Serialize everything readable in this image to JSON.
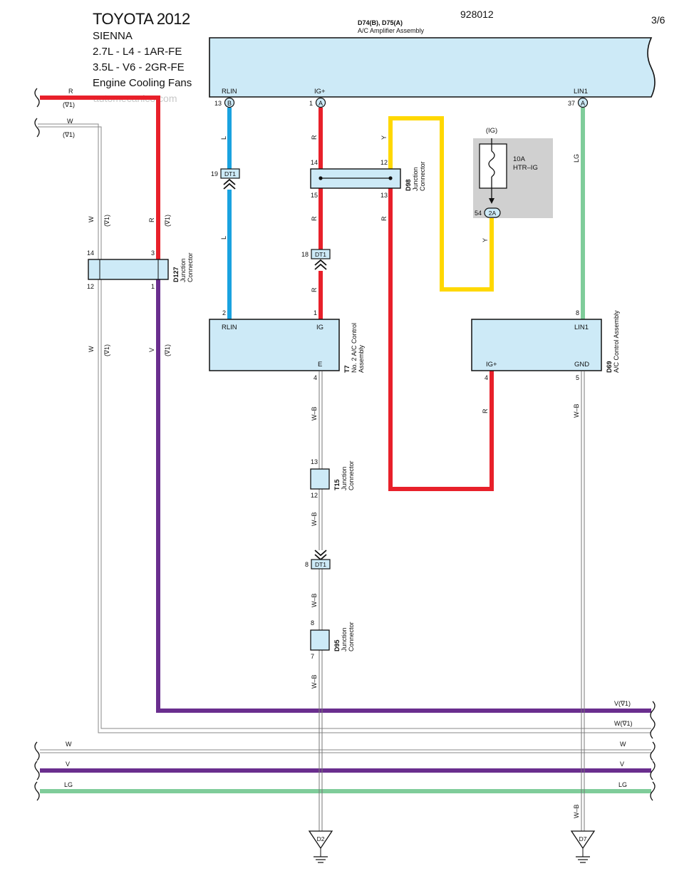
{
  "header": {
    "title": "TOYOTA 2012",
    "model": "SIENNA",
    "engine1": "2.7L - L4 - 1AR-FE",
    "engine2": "3.5L - V6 - 2GR-FE",
    "system": "Engine Cooling Fans",
    "watermark": "automecanico.com",
    "doc_number": "928012",
    "page": "3/6"
  },
  "colors": {
    "R": "#e8202a",
    "L": "#1aa3e0",
    "Y": "#ffd800",
    "LG": "#7fcc9a",
    "V": "#6a2e8e",
    "box": "#cdeaf7",
    "fuse_bg": "#d0d0d0"
  },
  "components": {
    "amp": {
      "code": "D74(B), D75(A)",
      "name": "A/C Amplifier Assembly",
      "pin_rlin": "RLIN",
      "pin_ig": "IG+",
      "pin_lin1": "LIN1",
      "n13": "13",
      "c13": "B",
      "n1": "1",
      "c1": "A",
      "n37": "37",
      "c37": "A"
    },
    "t7": {
      "code": "T7",
      "name1": "No. 2 A/C Control",
      "name2": "Assembly",
      "pin_rlin": "RLIN",
      "pin_ig": "IG",
      "pin_e": "E",
      "n2": "2",
      "n1": "1",
      "n4": "4"
    },
    "d69": {
      "code": "D69",
      "name": "A/C Control Assembly",
      "pin_lin1": "LIN1",
      "pin_ig": "IG+",
      "pin_gnd": "GND",
      "n8": "8",
      "n4": "4",
      "n5": "5"
    },
    "d98": {
      "code": "D98",
      "name1": "Junction",
      "name2": "Connector",
      "n14": "14",
      "n12": "12",
      "n15": "15",
      "n13": "13"
    },
    "d127": {
      "code": "D127",
      "name1": "Junction",
      "name2": "Connector",
      "n14": "14",
      "n3": "3",
      "n12": "12",
      "n1": "1"
    },
    "t15": {
      "code": "T15",
      "name1": "Junction",
      "name2": "Connector",
      "n13": "13",
      "n12": "12"
    },
    "d95": {
      "code": "D95",
      "name1": "Junction",
      "name2": "Connector",
      "n8": "8",
      "n7": "7"
    },
    "fuse": {
      "ig": "(IG)",
      "rating": "10A",
      "name": "HTR–IG",
      "n54": "54",
      "conn": "2A"
    },
    "dt1": {
      "label": "DT1",
      "n19": "19",
      "n18": "18",
      "n8": "8"
    },
    "ground_left": "D2",
    "ground_right": "D7"
  },
  "wire_labels": {
    "R": "R",
    "W": "W",
    "L": "L",
    "Y": "Y",
    "LG": "LG",
    "V": "V",
    "WB": "W–B",
    "note": "(∇1)",
    "V_note": "V(∇1)",
    "W_note": "W(∇1)"
  }
}
